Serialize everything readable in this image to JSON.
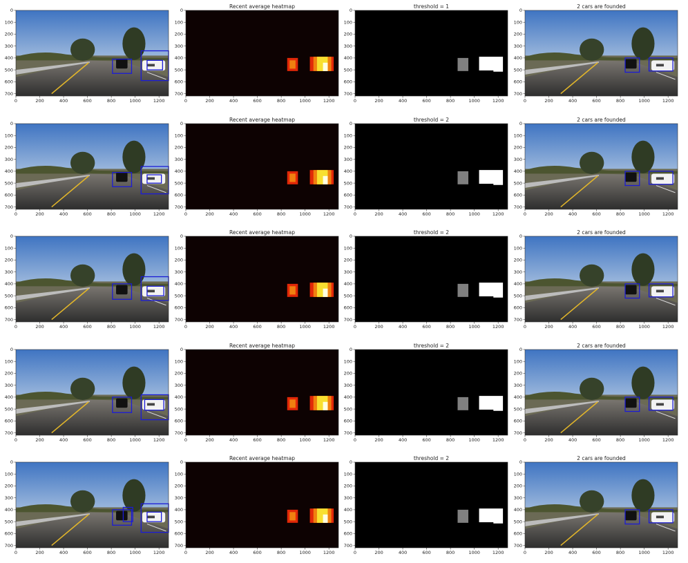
{
  "x_ticks": [
    "0",
    "200",
    "400",
    "600",
    "800",
    "1000",
    "1200"
  ],
  "y_ticks": [
    "0",
    "100",
    "200",
    "300",
    "400",
    "500",
    "600",
    "700"
  ],
  "x_tick_values": [
    0,
    200,
    400,
    600,
    800,
    1000,
    1200
  ],
  "y_tick_values": [
    0,
    100,
    200,
    300,
    400,
    500,
    600,
    700
  ],
  "image_size": {
    "w": 1280,
    "h": 720
  },
  "colors": {
    "sky": "#5a86c4",
    "road": "#3a3a3a",
    "box": "#1b1bd6",
    "heat_dark": "#0d0202",
    "heat_red": "#e02808",
    "heat_orange": "#f08010",
    "heat_yellow": "#f8e030",
    "heat_white": "#ffffe0",
    "mask_gray": "#808080",
    "mask_white": "#ffffff"
  },
  "rows": [
    {
      "heatmap_title": "Recent average heatmap",
      "threshold_title": "threshold = 1",
      "result_title": "2 cars are founded"
    },
    {
      "heatmap_title": "Recent average heatmap",
      "threshold_title": "threshold = 2",
      "result_title": "2 cars are founded"
    },
    {
      "heatmap_title": "Recent average heatmap",
      "threshold_title": "threshold = 2",
      "result_title": "2 cars are founded"
    },
    {
      "heatmap_title": "Recent average heatmap",
      "threshold_title": "threshold = 2",
      "result_title": "2 cars are founded"
    },
    {
      "heatmap_title": "Recent average heatmap",
      "threshold_title": "threshold = 2",
      "result_title": "2 cars are founded"
    }
  ]
}
